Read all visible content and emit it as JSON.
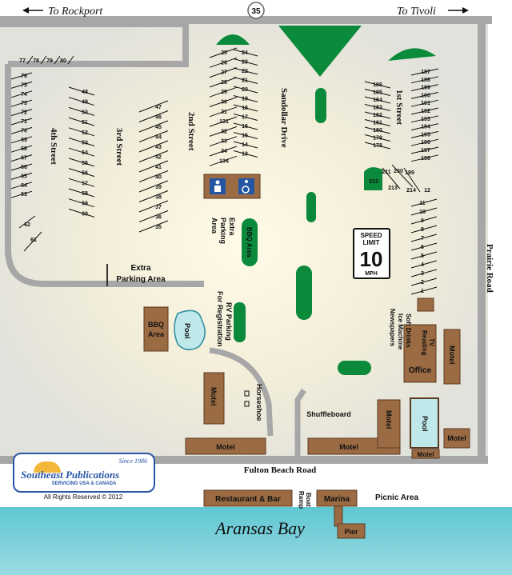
{
  "roads": {
    "to_rockport": "To Rockport",
    "to_tivoli": "To Tivoli",
    "highway_number": "35",
    "fourth_street": "4th Street",
    "third_street": "3rd Street",
    "second_street": "2nd Street",
    "sandollar_drive": "Sandollar Drive",
    "first_street": "1st Street",
    "prairie_road": "Prairie Road",
    "fulton_beach_road": "Fulton Beach Road"
  },
  "areas": {
    "extra_parking_area": "Extra Parking Area",
    "extra_parking_line1": "Extra",
    "extra_parking_line2": "Parking Area",
    "extra_parking_vertical_1": "Extra",
    "extra_parking_vertical_2": "Parking",
    "extra_parking_vertical_3": "Area",
    "bbq_area_vertical": "BBQ Area",
    "bbq_area_line1": "BBQ",
    "bbq_area_line2": "Area",
    "pool": "Pool",
    "rv_parking_line1": "RV Parking",
    "rv_parking_line2": "For Registration",
    "horseshoe": "Horseshoe",
    "shuffleboard": "Shuffleboard",
    "motel": "Motel",
    "office": "Office",
    "tv_reading_line1": "TV",
    "tv_reading_line2": "Reading",
    "amenities_1": "Soft Drinks",
    "amenities_2": "Ice Machine",
    "amenities_3": "Newspapers",
    "restaurant_bar": "Restaurant & Bar",
    "boat_ramp_line1": "Boat",
    "boat_ramp_line2": "Ramp",
    "marina": "Marina",
    "picnic_area": "Picnic Area",
    "pier": "Pier",
    "aransas_bay": "Aransas Bay"
  },
  "speed_sign": {
    "line1": "SPEED",
    "line2": "LIMIT",
    "value": "10",
    "unit": "MPH"
  },
  "logo": {
    "since": "Since 1986",
    "name": "Southeast Publications",
    "tagline": "SERVICING USA & CANADA"
  },
  "copyright": "All Rights Reserved © 2012",
  "sites": {
    "top_row": [
      "77",
      "78",
      "79",
      "80"
    ],
    "fourth_left": [
      "76",
      "75",
      "74",
      "73",
      "72",
      "71",
      "70",
      "69",
      "68",
      "67",
      "66",
      "65",
      "64",
      "63"
    ],
    "fourth_bottom": [
      "62",
      "61"
    ],
    "third_left": [
      "48",
      "49",
      "50",
      "51",
      "52",
      "53",
      "54",
      "55",
      "56",
      "57",
      "58",
      "59",
      "60"
    ],
    "third_right": [
      "47",
      "46",
      "45",
      "44",
      "43",
      "42",
      "41",
      "40",
      "39",
      "38",
      "37",
      "36",
      "35"
    ],
    "second_left": [
      "25",
      "26",
      "27",
      "28",
      "29",
      "30",
      "31",
      "131",
      "32",
      "33",
      "34",
      "134"
    ],
    "second_right": [
      "24",
      "23",
      "22",
      "21",
      "20",
      "19",
      "18",
      "17",
      "16",
      "15",
      "14",
      "13"
    ],
    "first_left": [
      "186",
      "185",
      "184",
      "183",
      "182",
      "181",
      "180",
      "179",
      "178"
    ],
    "first_right": [
      "187",
      "188",
      "189",
      "190",
      "191",
      "192",
      "193",
      "194",
      "195",
      "196",
      "197",
      "198"
    ],
    "corner": [
      "212",
      "211",
      "200",
      "213",
      "199",
      "214",
      "12"
    ],
    "east": [
      "11",
      "10",
      "9",
      "8",
      "7",
      "6",
      "5",
      "4",
      "3",
      "2",
      "1"
    ]
  },
  "colors": {
    "road": "#a7a7a7",
    "grass": "#0a8a3a",
    "building": "#9b6b43",
    "water": "#5cc3cf",
    "pool": "#bfe8ea"
  },
  "icons": {
    "restroom": "restroom-icon",
    "accessible": "wheelchair-icon",
    "arrow_left": "arrow-left-icon",
    "arrow_right": "arrow-right-icon"
  }
}
